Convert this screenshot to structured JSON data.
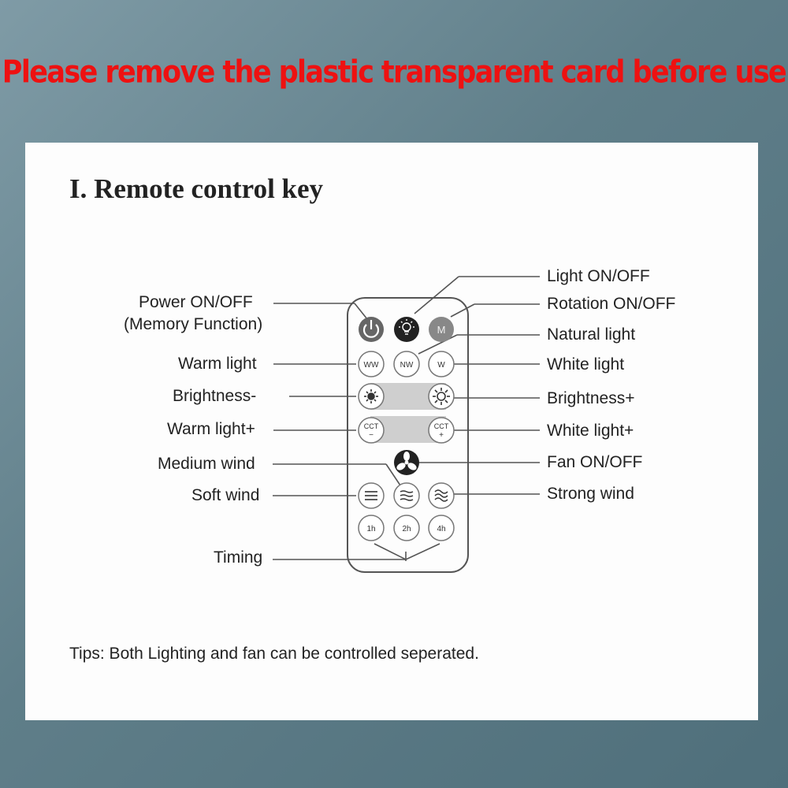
{
  "banner": {
    "text": "Please remove the plastic transparent card before use"
  },
  "section": {
    "heading": "I. Remote control key"
  },
  "labels_left": {
    "power_line1": "Power ON/OFF",
    "power_line2": "(Memory Function)",
    "warm_light": "Warm light",
    "brightness_minus": "Brightness-",
    "warm_light_plus": "Warm light+",
    "medium_wind": "Medium wind",
    "soft_wind": "Soft wind",
    "timing": "Timing"
  },
  "labels_right": {
    "light_onoff": "Light ON/OFF",
    "rotation_onoff": "Rotation ON/OFF",
    "natural_light": "Natural light",
    "white_light": "White light",
    "brightness_plus": "Brightness+",
    "white_light_plus": "White light+",
    "fan_onoff": "Fan ON/OFF",
    "strong_wind": "Strong wind"
  },
  "buttons": {
    "memory": "M",
    "ww": "WW",
    "nw": "NW",
    "w": "W",
    "cct": "CCT",
    "minus": "−",
    "plus": "+",
    "t1": "1h",
    "t2": "2h",
    "t4": "4h"
  },
  "tips": {
    "text": "Tips: Both Lighting and fan can be controlled seperated."
  },
  "colors": {
    "banner": "#ee1111",
    "panel": "#fdfdfd",
    "background": "#5f7e89"
  }
}
